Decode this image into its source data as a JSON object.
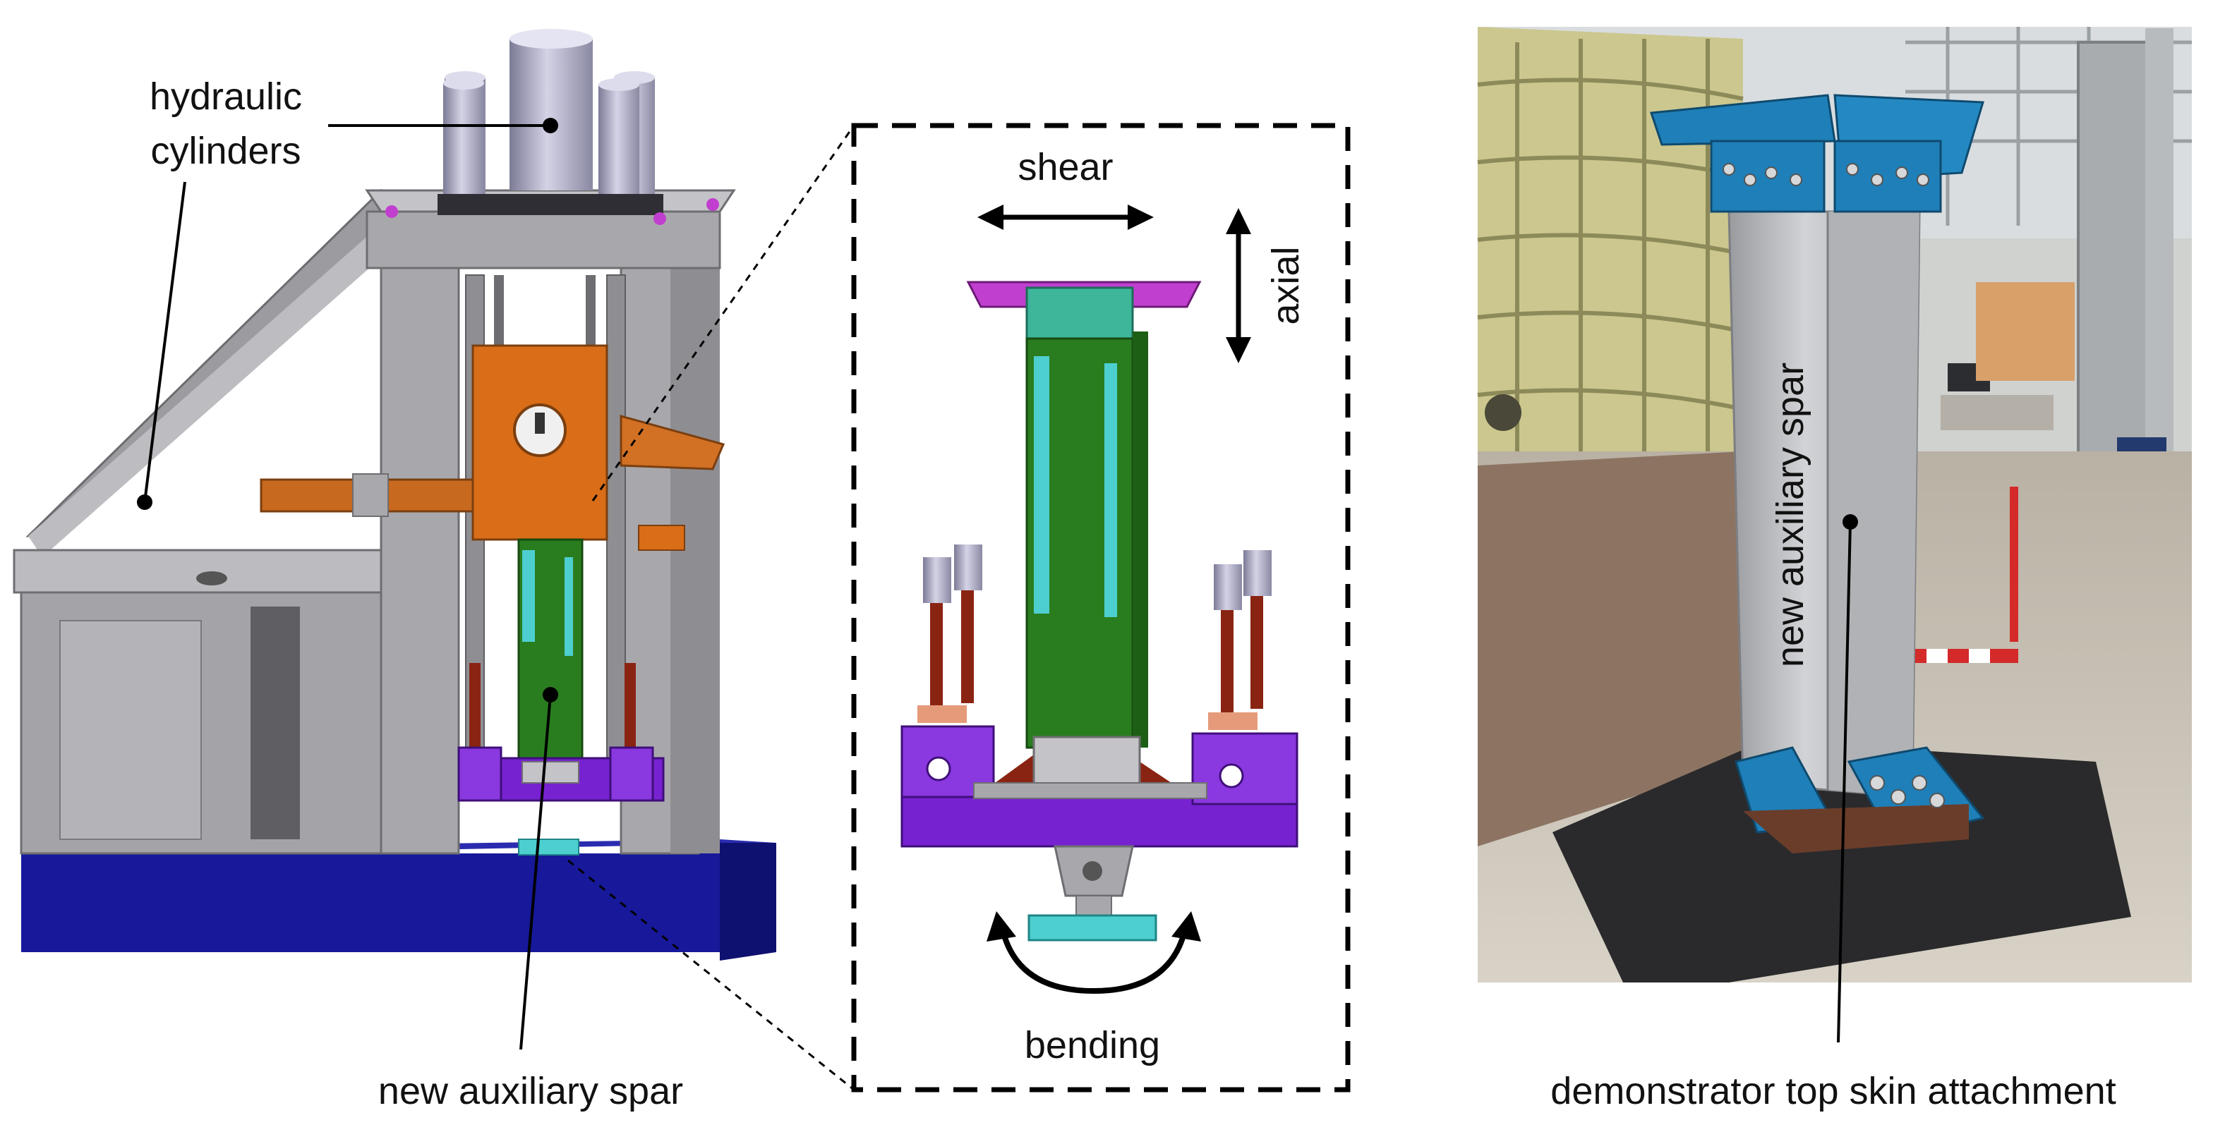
{
  "labels": {
    "hydraulic_line1": "hydraulic",
    "hydraulic_line2": "cylinders",
    "spar_left": "new auxiliary spar",
    "shear": "shear",
    "axial": "axial",
    "bending": "bending",
    "spar_photo": "new auxiliary spar",
    "photo_caption": "demonstrator top skin attachment"
  },
  "colors": {
    "base": "#17199a",
    "frame": "#9a9a9e",
    "orange": "#d96d18",
    "spar_green": "#2a7d1f",
    "cyan": "#4dcfd0",
    "magenta": "#c13fcf",
    "purple": "#7722d0",
    "rod_red": "#8a2412",
    "cylinder": "#a9a8c0",
    "photo_blue": "#1f7fb8"
  }
}
